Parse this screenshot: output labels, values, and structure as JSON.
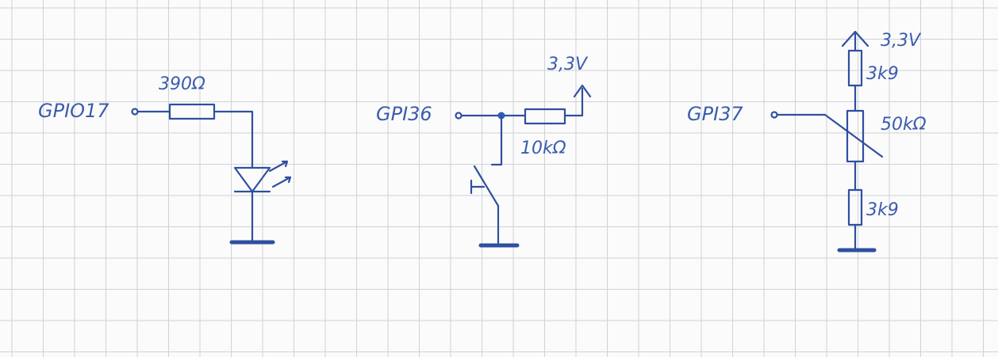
{
  "grid": {
    "line_color": "#cfd2d6",
    "ink_color": "#2f4fa0"
  },
  "circuit_led": {
    "pin_label": "GPIO17",
    "resistor_label": "390Ω"
  },
  "circuit_button": {
    "pin_label": "GPI36",
    "resistor_label": "10kΩ",
    "supply_label": "3,3V"
  },
  "circuit_pot": {
    "pin_label": "GPI37",
    "supply_label": "3,3V",
    "top_resistor_label": "3k9",
    "pot_label": "50kΩ",
    "bottom_resistor_label": "3k9"
  }
}
